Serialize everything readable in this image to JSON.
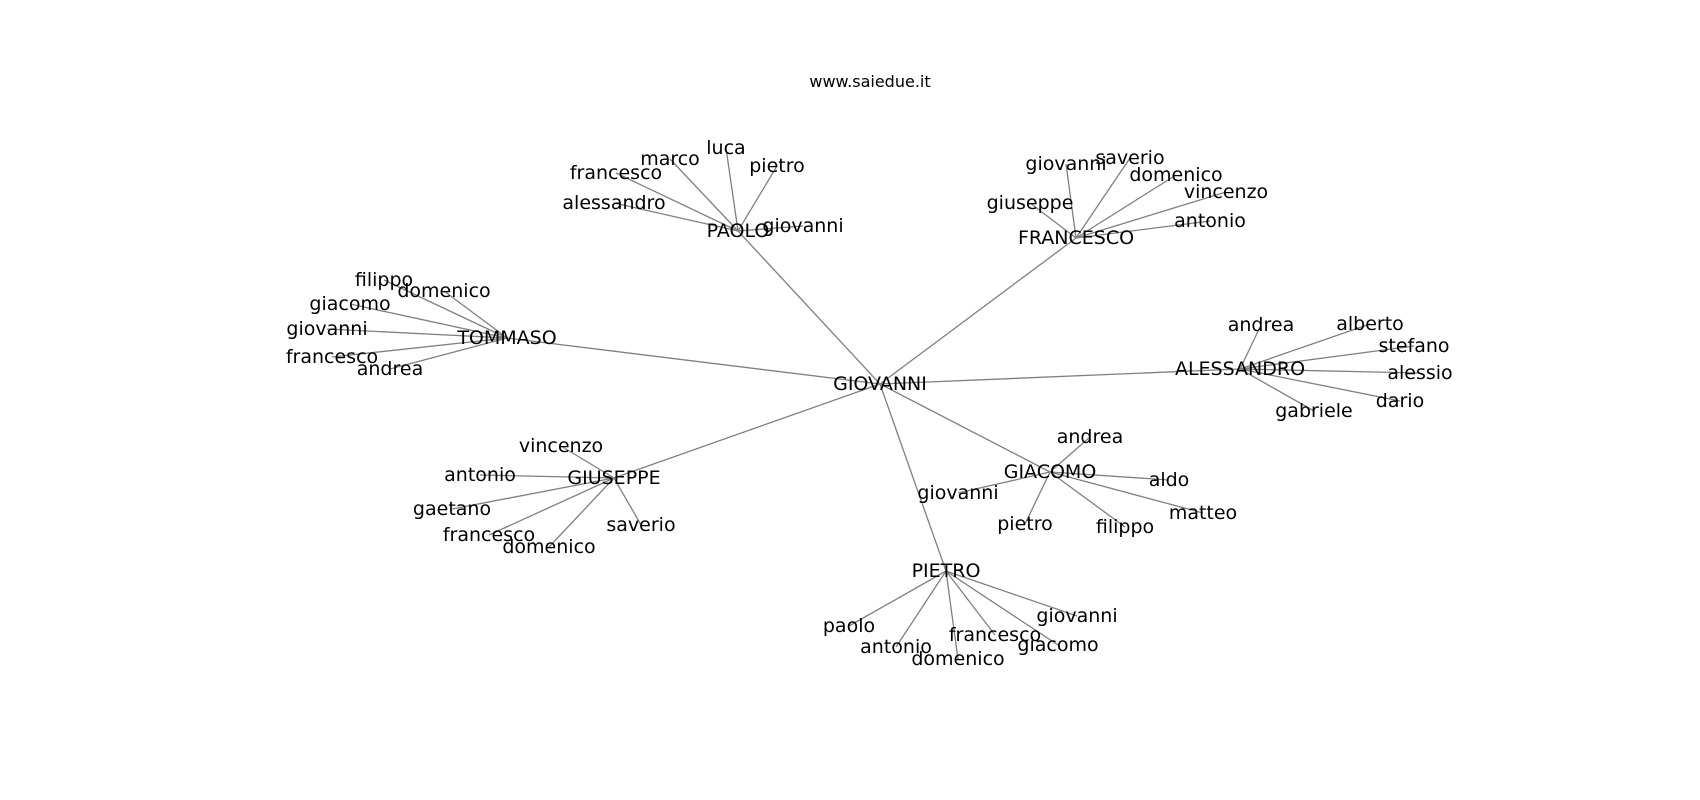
{
  "title": "www.saiedue.it",
  "edge_color": "#808080",
  "text_color": "#000000",
  "background": "#ffffff",
  "graph": {
    "root": "GIOVANNI",
    "groups": [
      {
        "name": "PAOLO",
        "children": [
          "luca",
          "marco",
          "pietro",
          "francesco",
          "alessandro",
          "giovanni"
        ]
      },
      {
        "name": "FRANCESCO",
        "children": [
          "giovanni",
          "saverio",
          "domenico",
          "vincenzo",
          "giuseppe",
          "antonio"
        ]
      },
      {
        "name": "TOMMASO",
        "children": [
          "filippo",
          "domenico",
          "giacomo",
          "giovanni",
          "francesco",
          "andrea"
        ]
      },
      {
        "name": "ALESSANDRO",
        "children": [
          "andrea",
          "alberto",
          "stefano",
          "alessio",
          "dario",
          "gabriele"
        ]
      },
      {
        "name": "GIUSEPPE",
        "children": [
          "vincenzo",
          "antonio",
          "gaetano",
          "francesco",
          "domenico",
          "saverio"
        ]
      },
      {
        "name": "GIACOMO",
        "children": [
          "andrea",
          "aldo",
          "giovanni",
          "matteo",
          "pietro",
          "filippo"
        ]
      },
      {
        "name": "PIETRO",
        "children": [
          "giovanni",
          "paolo",
          "francesco",
          "giacomo",
          "antonio",
          "domenico"
        ]
      }
    ]
  }
}
